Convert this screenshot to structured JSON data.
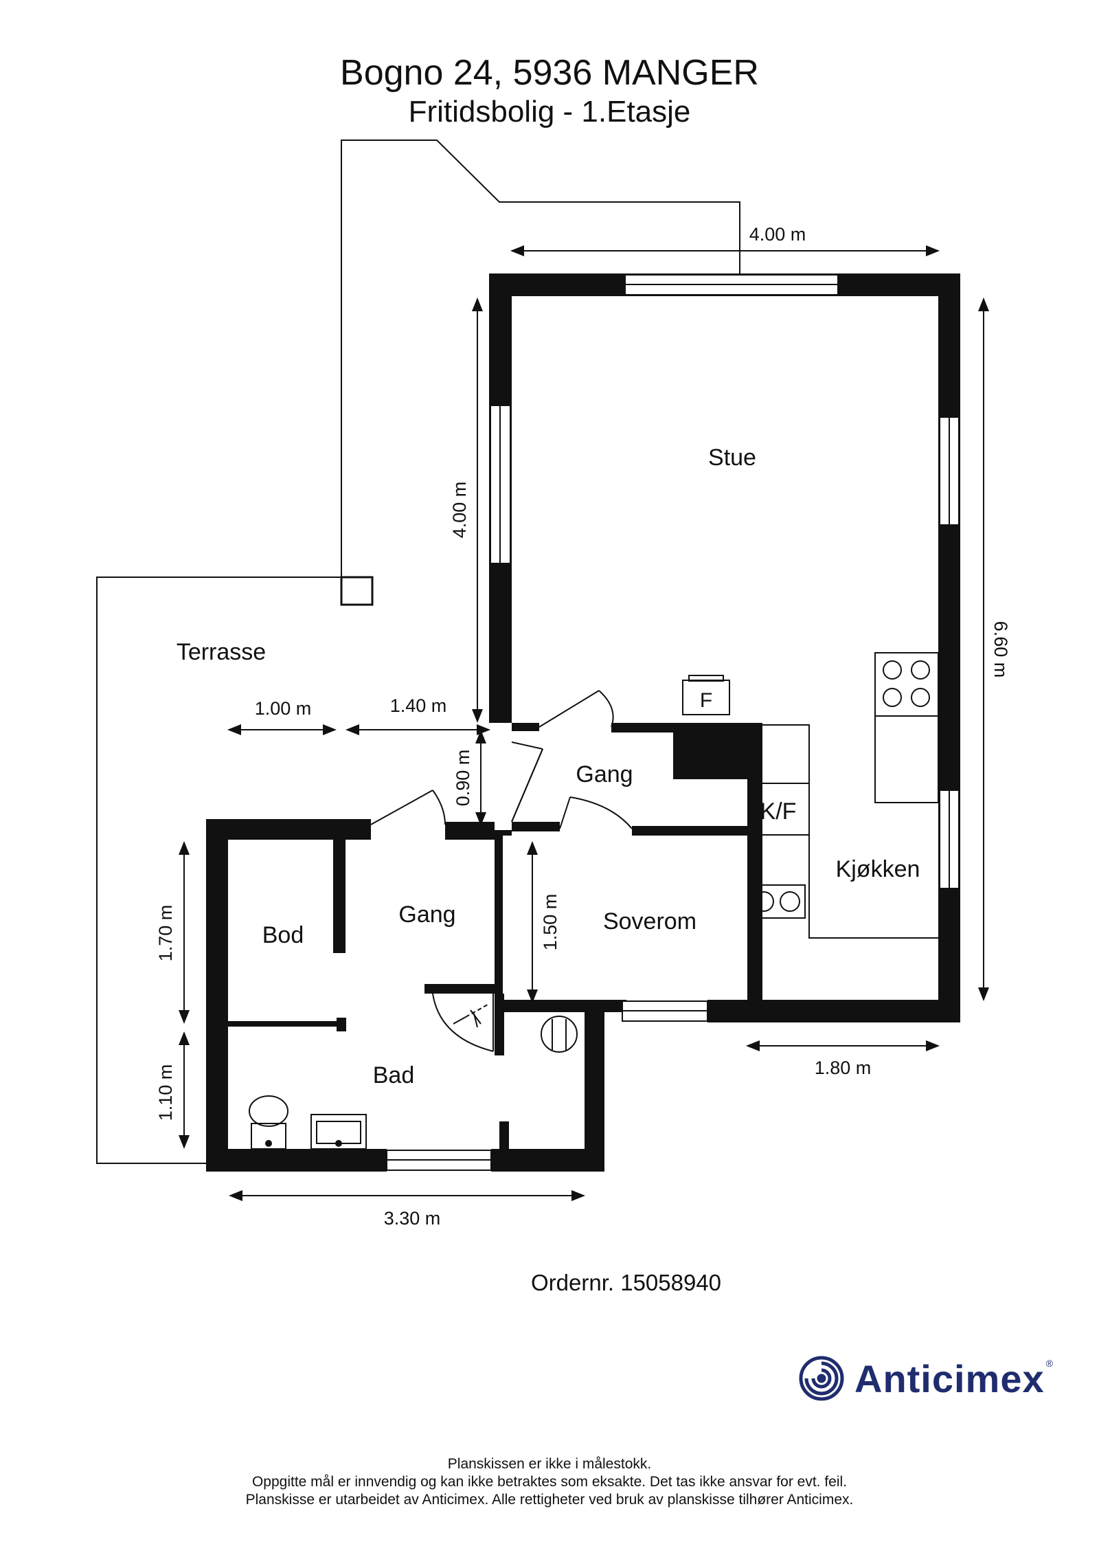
{
  "header": {
    "title": "Bogno 24, 5936 MANGER",
    "subtitle": "Fritidsbolig - 1.Etasje"
  },
  "rooms": {
    "stue": "Stue",
    "terrasse": "Terrasse",
    "gang_upper": "Gang",
    "gang_lower": "Gang",
    "bod": "Bod",
    "soverom": "Soverom",
    "kjokken": "Kjøkken",
    "kf": "K/F",
    "bad": "Bad",
    "fireplace": "F"
  },
  "dimensions": {
    "top_width": "4.00 m",
    "stue_height": "4.00 m",
    "total_height": "6.60 m",
    "terrace_a": "1.00 m",
    "terrace_b": "1.40 m",
    "gang_height": "0.90 m",
    "bod_height": "1.70 m",
    "bad_height": "1.10 m",
    "soverom_height": "1.50 m",
    "kitchen_width": "1.80 m",
    "bottom_width": "3.30 m"
  },
  "order": "Ordernr. 15058940",
  "brand": {
    "name": "Anticimex",
    "color": "#1f2d6e"
  },
  "footer": {
    "line1": "Planskissen er ikke i målestokk.",
    "line2": "Oppgitte mål er innvendig og kan ikke betraktes som eksakte. Det tas ikke ansvar for evt. feil.",
    "line3": "Planskisse er utarbeidet av Anticimex. Alle rettigheter ved bruk av planskisse tilhører Anticimex."
  }
}
